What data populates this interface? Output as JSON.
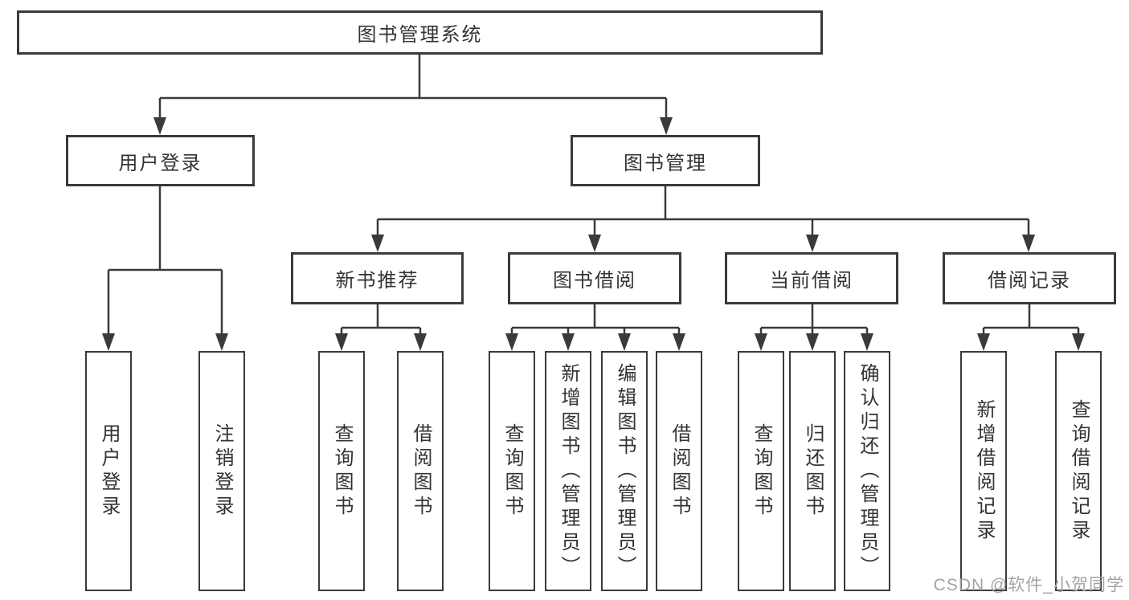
{
  "diagram_type": "hierarchy-tree",
  "tree": {
    "label": "图书管理系统",
    "children": [
      {
        "label": "用户登录",
        "children": [
          {
            "label": "用户登录"
          },
          {
            "label": "注销登录"
          }
        ]
      },
      {
        "label": "图书管理",
        "children": [
          {
            "label": "新书推荐",
            "children": [
              {
                "label": "查询图书"
              },
              {
                "label": "借阅图书"
              }
            ]
          },
          {
            "label": "图书借阅",
            "children": [
              {
                "label": "查询图书"
              },
              {
                "label": "新增图书（管理员）"
              },
              {
                "label": "编辑图书（管理员）"
              },
              {
                "label": "借阅图书"
              }
            ]
          },
          {
            "label": "当前借阅",
            "children": [
              {
                "label": "查询图书"
              },
              {
                "label": "归还图书"
              },
              {
                "label": "确认归还（管理员）"
              }
            ]
          },
          {
            "label": "借阅记录",
            "children": [
              {
                "label": "新增借阅记录"
              },
              {
                "label": "查询借阅记录"
              }
            ]
          }
        ]
      }
    ]
  },
  "watermark": {
    "text": "CSDN @软件_小贺同学",
    "color": "#a3a3a3"
  },
  "colors": {
    "line": "#3a3a3a",
    "box_border": "#3a3a3a",
    "box_fill": "#ffffff",
    "text": "#333333",
    "background": "#ffffff"
  }
}
